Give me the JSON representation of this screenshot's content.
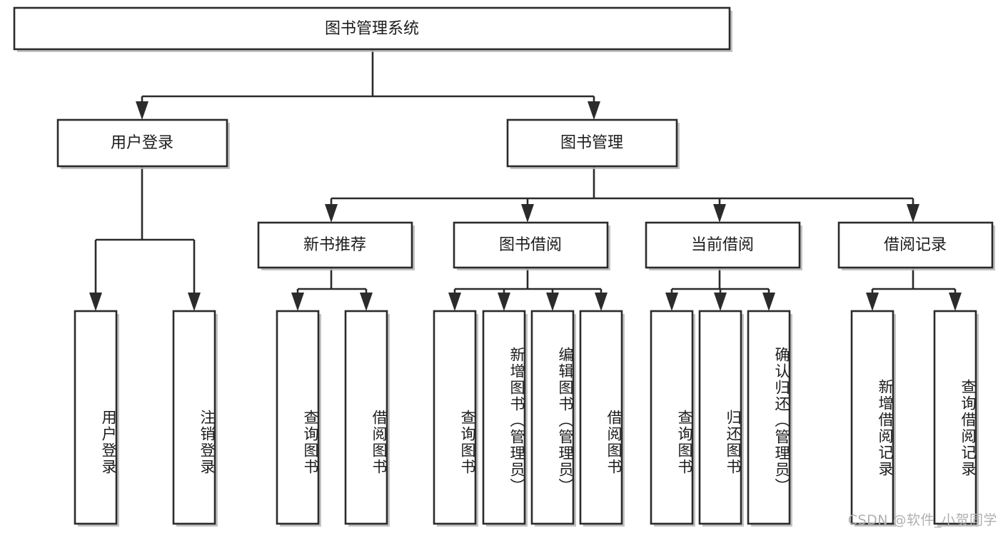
{
  "diagram": {
    "type": "tree",
    "title": "图书管理系统",
    "orientation": "top-down",
    "colors": {
      "stroke": "#2b2b2b",
      "fill": "#ffffff",
      "text": "#1c1c1c",
      "shadow": "#b9b9b9",
      "watermark": "#b0b0b0"
    },
    "root": {
      "label": "图书管理系统"
    },
    "level1": [
      {
        "label": "用户登录"
      },
      {
        "label": "图书管理"
      }
    ],
    "level2": [
      {
        "label": "新书推荐"
      },
      {
        "label": "图书借阅"
      },
      {
        "label": "当前借阅"
      },
      {
        "label": "借阅记录"
      }
    ],
    "leaves": {
      "user_login": [
        {
          "label": "用户登录"
        },
        {
          "label": "注销登录"
        }
      ],
      "new_book_recommend": [
        {
          "label": "查询图书"
        },
        {
          "label": "借阅图书"
        }
      ],
      "book_borrow": [
        {
          "label": "查询图书"
        },
        {
          "label": "新增图书（管理员）"
        },
        {
          "label": "编辑图书（管理员）"
        },
        {
          "label": "借阅图书"
        }
      ],
      "current_borrow": [
        {
          "label": "查询图书"
        },
        {
          "label": "归还图书"
        },
        {
          "label": "确认归还（管理员）"
        }
      ],
      "borrow_record": [
        {
          "label": "新增借阅记录"
        },
        {
          "label": "查询借阅记录"
        }
      ]
    }
  },
  "watermark": {
    "text": "CSDN @软件_小贺同学"
  }
}
